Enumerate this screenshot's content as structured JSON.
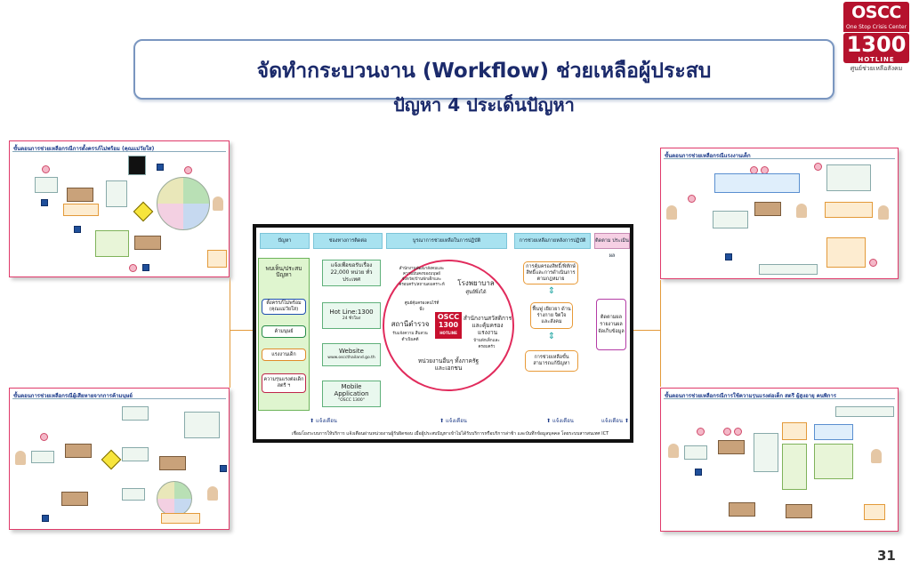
{
  "logo": {
    "top": "OSCC",
    "sub": "One Stop Crisis Center",
    "number": "1300",
    "hotline": "HOTLINE",
    "caption": "ศูนย์ช่วยเหลือสังคม",
    "color": "#b5122d"
  },
  "title": {
    "line1": "จัดทำกระบวนงาน (Workflow) ช่วยเหลือผู้ประสบ",
    "line2": "ปัญหา 4 ประเด็นปัญหา"
  },
  "thumbnails": {
    "top_left_title": "ขั้นตอนการช่วยเหลือกรณีการตั้งครรภ์ไม่พร้อม (คุณแม่วัยใส)",
    "top_right_title": "ขั้นตอนการช่วยเหลือกรณีแรงงานเด็ก",
    "bottom_left_title": "ขั้นตอนการช่วยเหลือกรณีผู้เสียหายจากการค้ามนุษย์",
    "bottom_right_title": "ขั้นตอนการช่วยเหลือกรณีการใช้ความรุนแรงต่อเด็ก สตรี ผู้สูงอายุ คนพิการ"
  },
  "center": {
    "headers": [
      "ปัญหา",
      "ช่องทางการติดต่อ",
      "บูรณาการช่วยเหลือในการปฏิบัติ",
      "การช่วยเหลือภายหลังการปฏิบัติ",
      "ติดตาม ประเมินผล"
    ],
    "problem_head": "พบเห็น/ประสบปัญหา",
    "problems": [
      "ตั้งครรภ์ไม่พร้อม (คุณแม่วัยใส)",
      "ค้ามนุษย์",
      "แรงงานเด็ก",
      "ความรุนแรงต่อเด็กสตรี ฯ"
    ],
    "channels": [
      {
        "label": "แจ้งเพื่อขอรับเรื่อง",
        "detail": "22,000 หน่วย ทั่วประเทศ"
      },
      {
        "label": "Hot Line:1300",
        "detail": "24 ชั่วโมง"
      },
      {
        "label": "Website",
        "detail": "www.osccthailand.go.th"
      },
      {
        "label": "Mobile Application",
        "detail": "\"OSCC 1300\""
      }
    ],
    "circle": {
      "top_left": "สำนักงานพัฒนาสังคมและความมั่นคงของมนุษย์จังหวัด/บ้านพักเด็กและครอบครัว/สถานสงเคราะห์",
      "top_left_sub": "ศูนย์คุ้มครองคนไร้ที่พึ่ง",
      "top_right": "โรงพยาบาล",
      "top_right_sub": "ศูนย์พึ่งได้",
      "left": "สถานีตำรวจ",
      "left_sub": "รับแจ้งความ สืบสวน ดำเนินคดี",
      "right": "สำนักงานสวัสดิการและคุ้มครองแรงงาน",
      "right_sub": "บ้านพักเด็กและครอบครัว",
      "bottom": "หน่วยงานอื่นๆ ทั้งภาครัฐและเอกชน",
      "logo_top": "OSCC",
      "logo_num": "1300",
      "logo_hot": "HOTLINE"
    },
    "after": [
      "การคุ้มครองสิทธิ์/พิทักษ์สิทธิ์และการดำเนินการตามกฎหมาย",
      "ฟื้นฟู เยียวยา ด้านร่างกาย จิตใจ และสังคม",
      "การช่วยเหลือขั้นสามารถแก้ปัญหา"
    ],
    "follow": [
      "ติดตามผล",
      "รายงานผล",
      "จัดเก็บข้อมูล"
    ],
    "feedback": [
      "แจ้งเตือน",
      "แจ้งเตือน",
      "แจ้งเตือน",
      "แจ้งเตือน"
    ],
    "footer": "เชื่อมโยงระบบการให้บริการ แจ้งเตือนผ่านหน่วยงานผู้รับผิดชอบ เมื่อผู้ประสบปัญหาเข้าไม่ได้รับบริการหรือบริการล่าช้า และบันทึกข้อมูลบุคคล โดยระบบสารสนเทศ ICT"
  },
  "page_number": "31"
}
